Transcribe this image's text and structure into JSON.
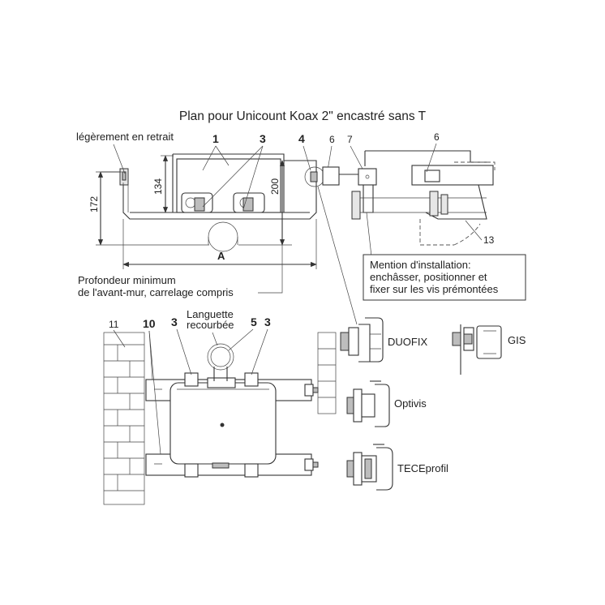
{
  "title": "Plan pour Unicount Koax 2\" encastré sans T",
  "labels": {
    "recess": "légèrement en retrait",
    "depth_line1": "Profondeur minimum",
    "depth_line2": "de l'avant-mur, carrelage compris",
    "tab_line1": "Languette",
    "tab_line2": "recourbée",
    "note_line1": "Mention d'installation:",
    "note_line2": "enchâsser, positionner et",
    "note_line3": "fixer sur les vis prémontées"
  },
  "dimensions": {
    "d172": "172",
    "d134": "134",
    "d200": "200",
    "dA": "A"
  },
  "callouts": {
    "c1": "1",
    "c3a": "3",
    "c4": "4",
    "c6a": "6",
    "c7": "7",
    "c6b": "6",
    "c13": "13",
    "c11": "11",
    "c10": "10",
    "c3b": "3",
    "c5": "5",
    "c3c": "3"
  },
  "systems": {
    "duofix": "DUOFIX",
    "gis": "GIS",
    "optivis": "Optivis",
    "teceprofil": "TECEprofil"
  }
}
